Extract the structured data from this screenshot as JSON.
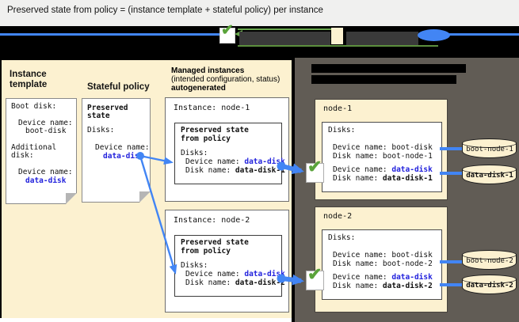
{
  "title": "Preserved state from policy = (instance template + stateful policy) per instance",
  "icons": {
    "check": "✔"
  },
  "left": {
    "instance_template": {
      "heading_line1": "Instance",
      "heading_line2": "template",
      "boot_label": "Boot disk:",
      "boot_device_label": "Device name:",
      "boot_device_value": "boot-disk",
      "additional_line1": "Additional",
      "additional_line2": "disk:",
      "data_device_label": "Device name:",
      "data_device_value": "data-disk"
    },
    "stateful_policy": {
      "heading": "Stateful policy",
      "note_title_line1": "Preserved",
      "note_title_line2": "state",
      "disks_label": "Disks:",
      "device_label": "Device name:",
      "device_value": "data-disk"
    },
    "managed": {
      "heading_line1": "Managed instances",
      "heading_line2": "(intended configuration, status)",
      "heading_line3": "autogenerated",
      "instances": [
        {
          "label": "Instance: node-1",
          "preserved_line1": "Preserved state",
          "preserved_line2": "from policy",
          "disks_label": "Disks:",
          "device_label": "Device name: ",
          "device_value": "data-disk",
          "disk_label": "Disk name: ",
          "disk_value": "data-disk-1"
        },
        {
          "label": "Instance: node-2",
          "preserved_line1": "Preserved state",
          "preserved_line2": "from policy",
          "disks_label": "Disks:",
          "device_label": "Device name: ",
          "device_value": "data-disk",
          "disk_label": "Disk name: ",
          "disk_value": "data-disk-2"
        }
      ]
    }
  },
  "right": {
    "nodes": [
      {
        "label": "node-1",
        "disks_label": "Disks:",
        "boot_device_line": "Device name: boot-disk",
        "boot_disk_line": "Disk name: boot-node-1",
        "device_label": "Device name: ",
        "device_value": "data-disk",
        "disk_label": "Disk name: ",
        "disk_value": "data-disk-1"
      },
      {
        "label": "node-2",
        "disks_label": "Disks:",
        "boot_device_line": "Device name: boot-disk",
        "boot_disk_line": "Disk name: boot-node-2",
        "device_label": "Device name: ",
        "device_value": "data-disk",
        "disk_label": "Disk name: ",
        "disk_value": "data-disk-2"
      }
    ],
    "disks": [
      {
        "label": "boot-node-1"
      },
      {
        "label": "data-disk-1"
      },
      {
        "label": "boot-node-2"
      },
      {
        "label": "data-disk-2"
      }
    ]
  },
  "colors": {
    "google_blue": "#4285f4",
    "value_blue": "#2323dd",
    "beige": "#fcf1d0",
    "dark_panel": "#615c55",
    "check_green": "#5aa33a",
    "legend_green": "#6aa84f",
    "title_bg": "#f0f0ef"
  }
}
